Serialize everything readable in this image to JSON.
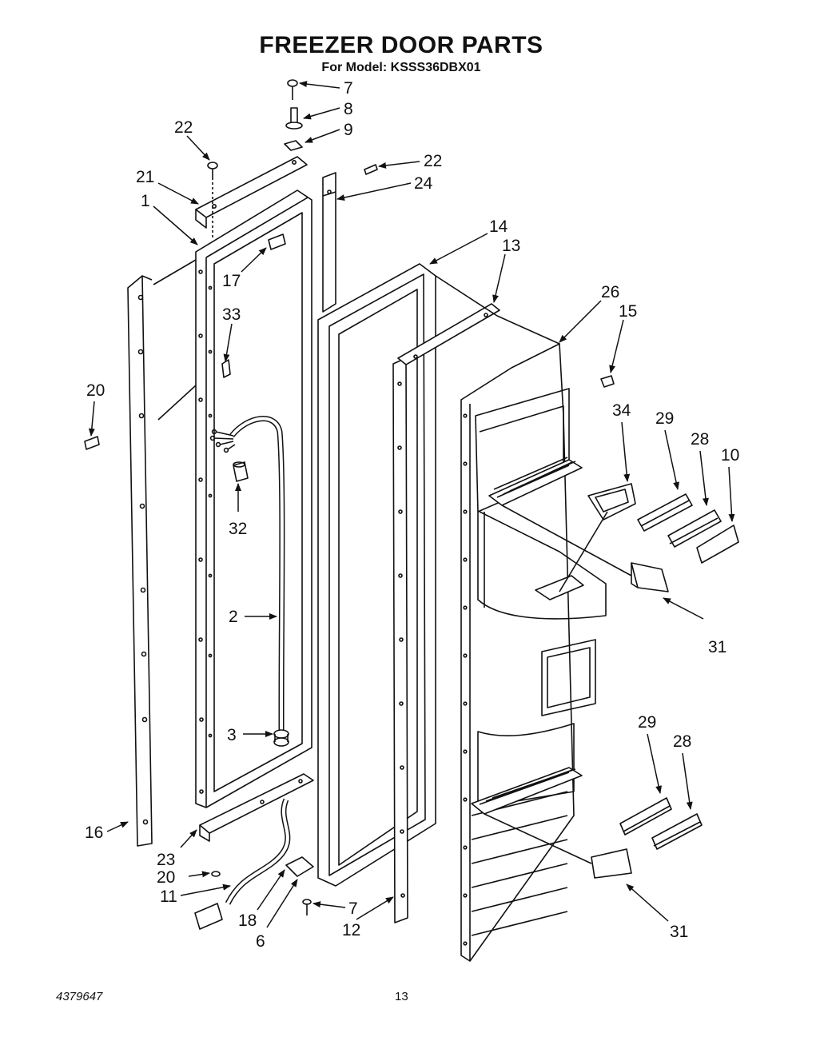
{
  "title": "FREEZER DOOR PARTS",
  "subtitle": "For Model: KSSS36DBX01",
  "footer": {
    "document_number": "4379647",
    "page_number": "13"
  },
  "callouts": {
    "c7a": "7",
    "c8": "8",
    "c9": "9",
    "c22a": "22",
    "c22b": "22",
    "c21": "21",
    "c24": "24",
    "c1": "1",
    "c14": "14",
    "c13": "13",
    "c17": "17",
    "c26": "26",
    "c15": "15",
    "c33": "33",
    "c20a": "20",
    "c34": "34",
    "c29a": "29",
    "c28a": "28",
    "c10": "10",
    "c32": "32",
    "c31a": "31",
    "c2": "2",
    "c3": "3",
    "c29b": "29",
    "c28b": "28",
    "c16": "16",
    "c23": "23",
    "c20b": "20",
    "c11": "11",
    "c7b": "7",
    "c18": "18",
    "c12": "12",
    "c6": "6",
    "c31b": "31"
  }
}
